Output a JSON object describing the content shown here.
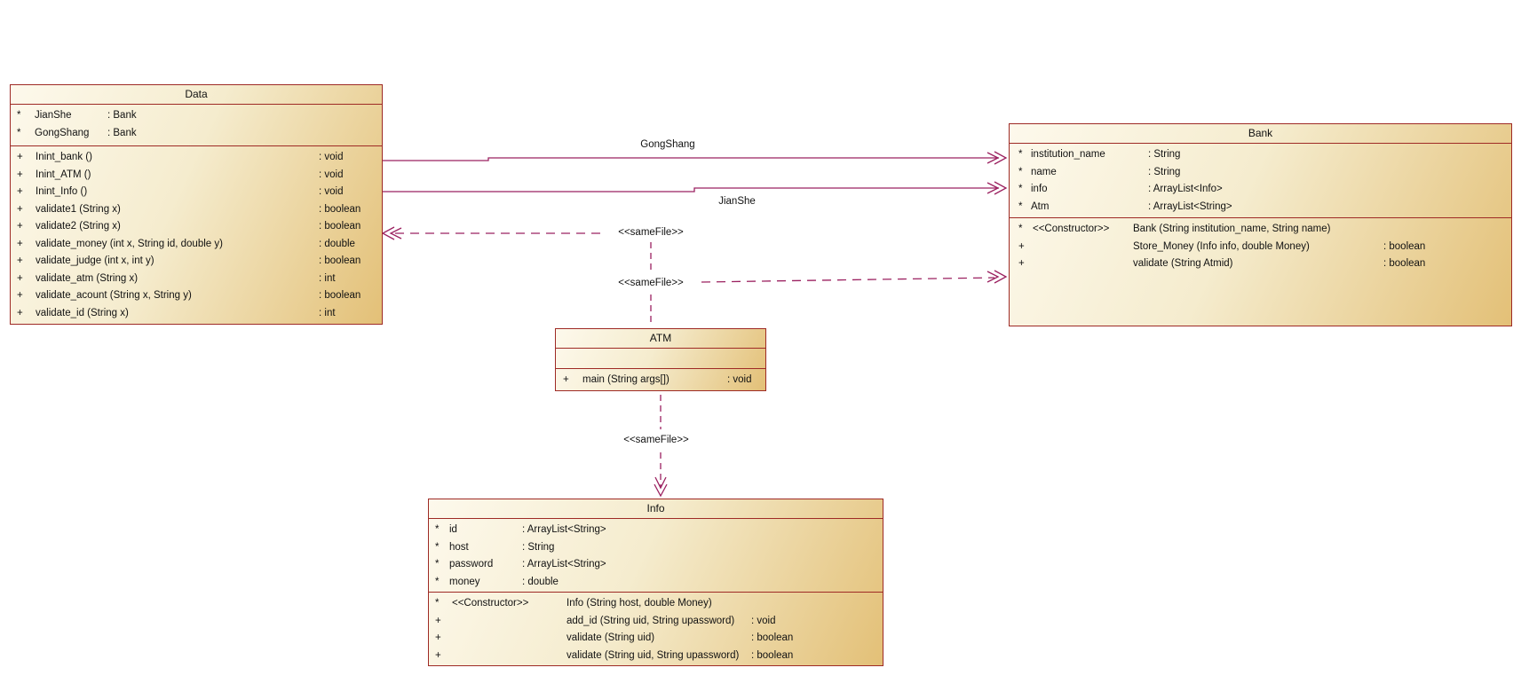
{
  "diagram": {
    "colors": {
      "box_border": "#9e2a25",
      "box_fill_light": "#fdf9ec",
      "box_fill_dark": "#e3c077",
      "relationship_line": "#9b2160",
      "text": "#111111"
    },
    "classes": [
      {
        "name": "Data",
        "attributes": [
          {
            "vis": "*",
            "name": "JianShe",
            "type": ": Bank"
          },
          {
            "vis": "*",
            "name": "GongShang",
            "type": ": Bank"
          }
        ],
        "operations": [
          {
            "vis": "+",
            "stereo": "",
            "sig": "Inint_bank ()",
            "ret": ": void"
          },
          {
            "vis": "+",
            "stereo": "",
            "sig": "Inint_ATM ()",
            "ret": ": void"
          },
          {
            "vis": "+",
            "stereo": "",
            "sig": "Inint_Info ()",
            "ret": ": void"
          },
          {
            "vis": "+",
            "stereo": "",
            "sig": "validate1 (String x)",
            "ret": ": boolean"
          },
          {
            "vis": "+",
            "stereo": "",
            "sig": "validate2 (String x)",
            "ret": ": boolean"
          },
          {
            "vis": "+",
            "stereo": "",
            "sig": "validate_money (int x, String id, double y)",
            "ret": ": double"
          },
          {
            "vis": "+",
            "stereo": "",
            "sig": "validate_judge (int x, int y)",
            "ret": ": boolean"
          },
          {
            "vis": "+",
            "stereo": "",
            "sig": "validate_atm (String x)",
            "ret": ": int"
          },
          {
            "vis": "+",
            "stereo": "",
            "sig": "validate_acount (String x, String y)",
            "ret": ": boolean"
          },
          {
            "vis": "+",
            "stereo": "",
            "sig": "validate_id (String x)",
            "ret": ": int"
          }
        ]
      },
      {
        "name": "Bank",
        "attributes": [
          {
            "vis": "*",
            "name": "institution_name",
            "type": ": String"
          },
          {
            "vis": "*",
            "name": "name",
            "type": ": String"
          },
          {
            "vis": "*",
            "name": "info",
            "type": ": ArrayList<Info>"
          },
          {
            "vis": "*",
            "name": "Atm",
            "type": ": ArrayList<String>"
          }
        ],
        "operations": [
          {
            "vis": "*",
            "stereo": "<<Constructor>>",
            "sig": "Bank (String institution_name, String name)",
            "ret": ""
          },
          {
            "vis": "+",
            "stereo": "",
            "sig": "Store_Money (Info info, double Money)",
            "ret": ": boolean"
          },
          {
            "vis": "+",
            "stereo": "",
            "sig": "validate (String Atmid)",
            "ret": ": boolean"
          }
        ]
      },
      {
        "name": "ATM",
        "attributes": [],
        "operations": [
          {
            "vis": "+",
            "stereo": "",
            "sig": "main (String args[])",
            "ret": ": void"
          }
        ]
      },
      {
        "name": "Info",
        "attributes": [
          {
            "vis": "*",
            "name": "id",
            "type": ": ArrayList<String>"
          },
          {
            "vis": "*",
            "name": "host",
            "type": ": String"
          },
          {
            "vis": "*",
            "name": "password",
            "type": ": ArrayList<String>"
          },
          {
            "vis": "*",
            "name": "money",
            "type": ": double"
          }
        ],
        "operations": [
          {
            "vis": "*",
            "stereo": "<<Constructor>>",
            "sig": "Info (String host, double Money)",
            "ret": ""
          },
          {
            "vis": "+",
            "stereo": "",
            "sig": "add_id (String uid, String upassword)",
            "ret": ": void"
          },
          {
            "vis": "+",
            "stereo": "",
            "sig": "validate (String uid)",
            "ret": ": boolean"
          },
          {
            "vis": "+",
            "stereo": "",
            "sig": "validate (String uid, String upassword)",
            "ret": ": boolean"
          }
        ]
      }
    ],
    "connectors": [
      {
        "id": "gongshang",
        "label": "GongShang"
      },
      {
        "id": "jianshe",
        "label": "JianShe"
      },
      {
        "id": "samefile-data",
        "label": "<<sameFile>>"
      },
      {
        "id": "samefile-bank",
        "label": "<<sameFile>>"
      },
      {
        "id": "samefile-info",
        "label": "<<sameFile>>"
      }
    ]
  }
}
